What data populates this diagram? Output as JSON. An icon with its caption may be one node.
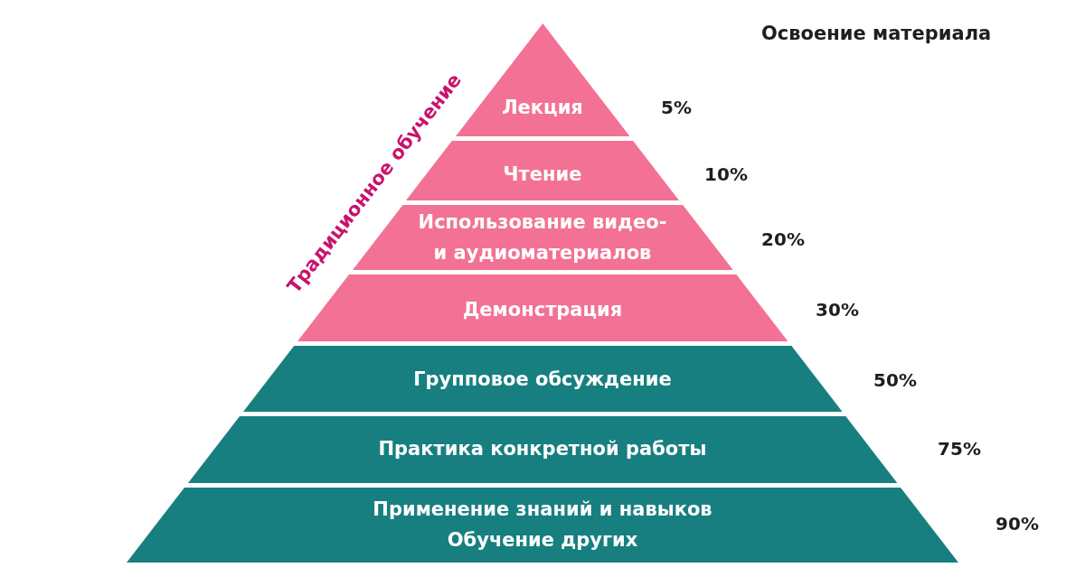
{
  "diagram": {
    "title": "Освоение материала",
    "nodes": [
      {
        "text": [
          "Лекция"
        ],
        "beside": [
          "5%"
        ]
      },
      {
        "text": [
          "Чтение"
        ],
        "beside": [
          "10%"
        ]
      },
      {
        "text": [
          "Использование видео- и аудиоматериалов"
        ],
        "beside": [
          "20%"
        ]
      },
      {
        "text": [
          "Демонстрация"
        ],
        "beside": [
          "30%"
        ]
      },
      {
        "text": [
          "Групповое обсуждение"
        ],
        "beside": [
          "50%"
        ]
      },
      {
        "text": [
          "Практика конкретной работы"
        ],
        "beside": [
          "75%"
        ]
      },
      {
        "text": [
          "Применение знаний и навыков",
          "Обучение других"
        ],
        "beside": [
          "90%"
        ]
      }
    ],
    "edges": [],
    "labels": [
      "Традиционное обучение"
    ]
  }
}
